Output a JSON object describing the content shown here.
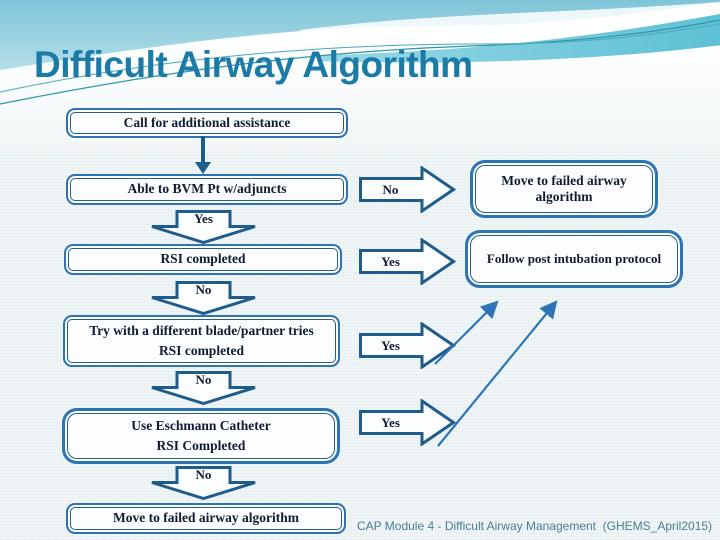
{
  "slide": {
    "title": "Difficult Airway Algorithm",
    "footer": "CAP Module 4 - Difficult Airway Management  (GHEMS_April2015)"
  },
  "colors": {
    "title_text": "#1c7ba6",
    "box_border": "#2e74b5",
    "box_inner_line": "#2a5c86",
    "block_arrow_outline": "#1f5c8c",
    "thin_connector": "#2e75b6",
    "box_text": "#101c33",
    "footer_text": "#4a7e90"
  },
  "flowchart": {
    "boxes": {
      "call_assistance": {
        "label": "Call for additional assistance"
      },
      "able_bvm": {
        "label": "Able to BVM Pt w/adjuncts"
      },
      "move_failed_top": {
        "label": "Move to failed airway algorithm"
      },
      "rsi_completed": {
        "label": "RSI completed"
      },
      "follow_post_intubation": {
        "label": "Follow post intubation protocol"
      },
      "try_different_blade": {
        "line1": "Try with a different blade/partner tries",
        "line2": "RSI completed"
      },
      "eschmann_catheter": {
        "line1": "Use Eschmann Catheter",
        "line2": "RSI Completed"
      },
      "move_failed_bottom": {
        "label": "Move to failed airway algorithm"
      }
    },
    "arrows": {
      "no_bvm": "No",
      "yes_bvm": "Yes",
      "yes_rsi": "Yes",
      "no_rsi": "No",
      "yes_blade": "Yes",
      "no_blade": "No",
      "yes_eschmann": "Yes",
      "no_eschmann": "No"
    }
  }
}
